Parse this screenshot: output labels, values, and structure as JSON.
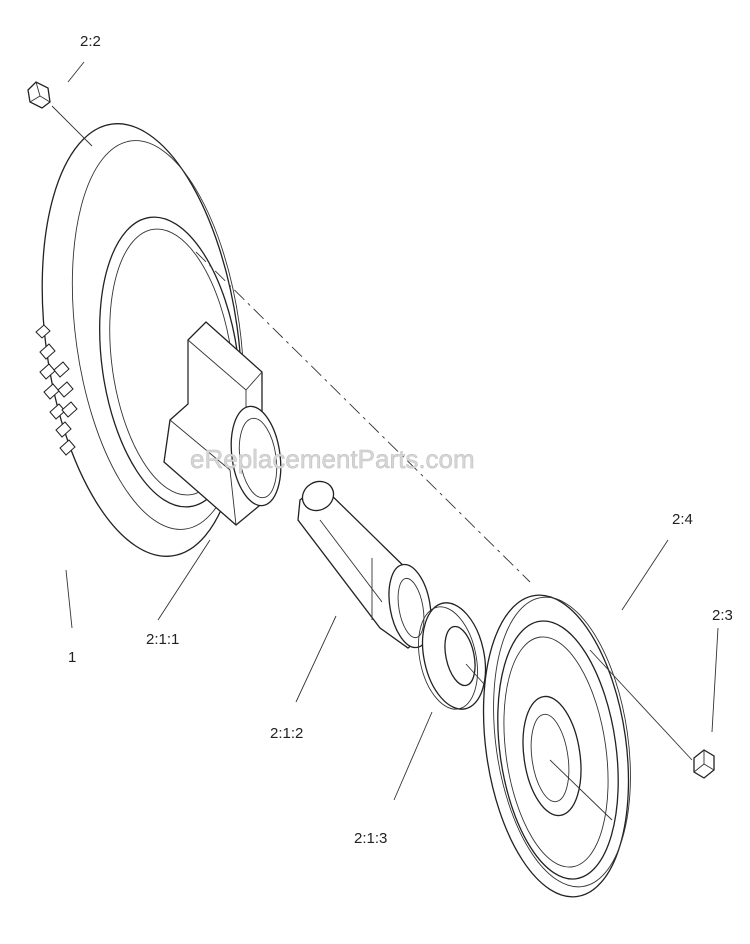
{
  "diagram": {
    "watermark": "eReplacementParts.com",
    "callouts": {
      "bolt": "2:2",
      "tire": "1",
      "hub": "2:1:1",
      "sleeve": "2:1:2",
      "washer": "2:1:3",
      "pulley": "2:4",
      "nut": "2:3"
    },
    "colors": {
      "line": "#222222",
      "watermark": "#d6d6d6",
      "background": "#ffffff"
    }
  }
}
